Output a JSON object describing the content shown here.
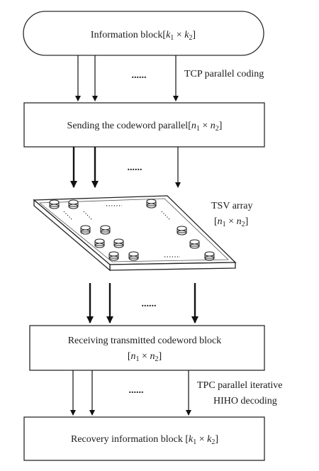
{
  "info_block": {
    "label": "Information block",
    "k1": "k",
    "k1_sub": "1",
    "times": " × ",
    "k2": "k",
    "k2_sub": "2"
  },
  "tcp_label": "TCP parallel coding",
  "dots": "......",
  "send_block": {
    "label": "Sending the codeword parallel",
    "n1": "n",
    "n1_sub": "1",
    "times": " × ",
    "n2": "n",
    "n2_sub": "2"
  },
  "tsv": {
    "title": "TSV array",
    "n1": "n",
    "n1_sub": "1",
    "times": " × ",
    "n2": "n",
    "n2_sub": "2"
  },
  "recv_block": {
    "label": "Receiving transmitted codeword block",
    "n1": "n",
    "n1_sub": "1",
    "times": " × ",
    "n2": "n",
    "n2_sub": "2"
  },
  "tpc_label": {
    "line1": "TPC parallel iterative",
    "line2": "HIHO decoding"
  },
  "recovery_block": {
    "label": "Recovery information block ",
    "k1": "k",
    "k1_sub": "1",
    "times": " × ",
    "k2": "k",
    "k2_sub": "2"
  }
}
